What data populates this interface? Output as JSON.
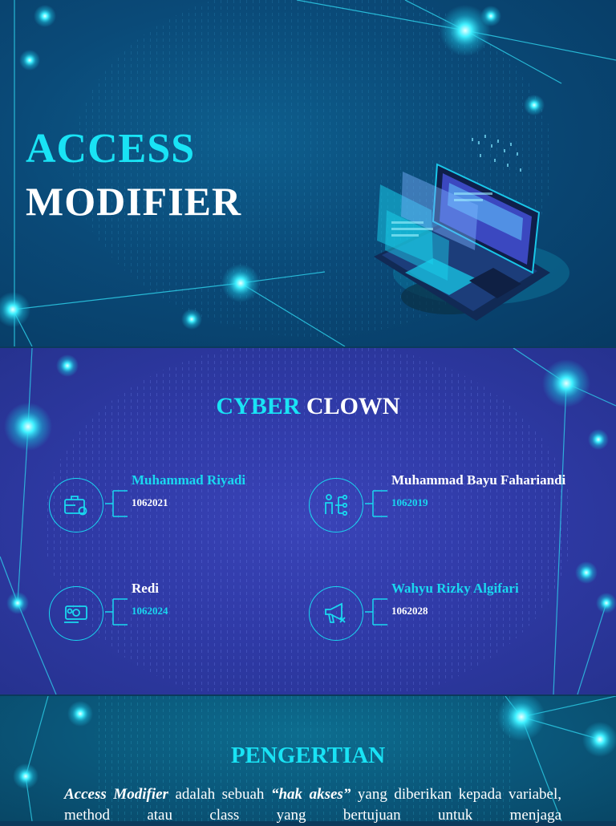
{
  "slide1": {
    "title_line1": "ACCESS",
    "title_line2": "MODIFIER"
  },
  "slide2": {
    "title_part1": "CYBER",
    "title_part2": "CLOWN",
    "members": [
      {
        "name": "Muhammad Riyadi",
        "nim": "1062021",
        "icon": "briefcase-gear-icon"
      },
      {
        "name": "Muhammad Bayu Fahariandi",
        "nim": "1062019",
        "icon": "people-network-icon"
      },
      {
        "name": "Redi",
        "nim": "1062024",
        "icon": "money-gear-icon"
      },
      {
        "name": "Wahyu Rizky Algifari",
        "nim": "1062028",
        "icon": "megaphone-x-icon"
      }
    ]
  },
  "slide3": {
    "title": "PENGERTIAN",
    "term": "Access Modifier",
    "text_a": " adalah sebuah ",
    "quote": "“hak akses”",
    "text_b": " yang diberikan kepada variabel, method atau class yang bertujuan untuk menjaga"
  },
  "colors": {
    "accent_cyan": "#19e3f5",
    "slide1_bg": "#0a4a78",
    "slide2_bg": "#2f3aa6",
    "slide3_bg": "#0a5578"
  }
}
